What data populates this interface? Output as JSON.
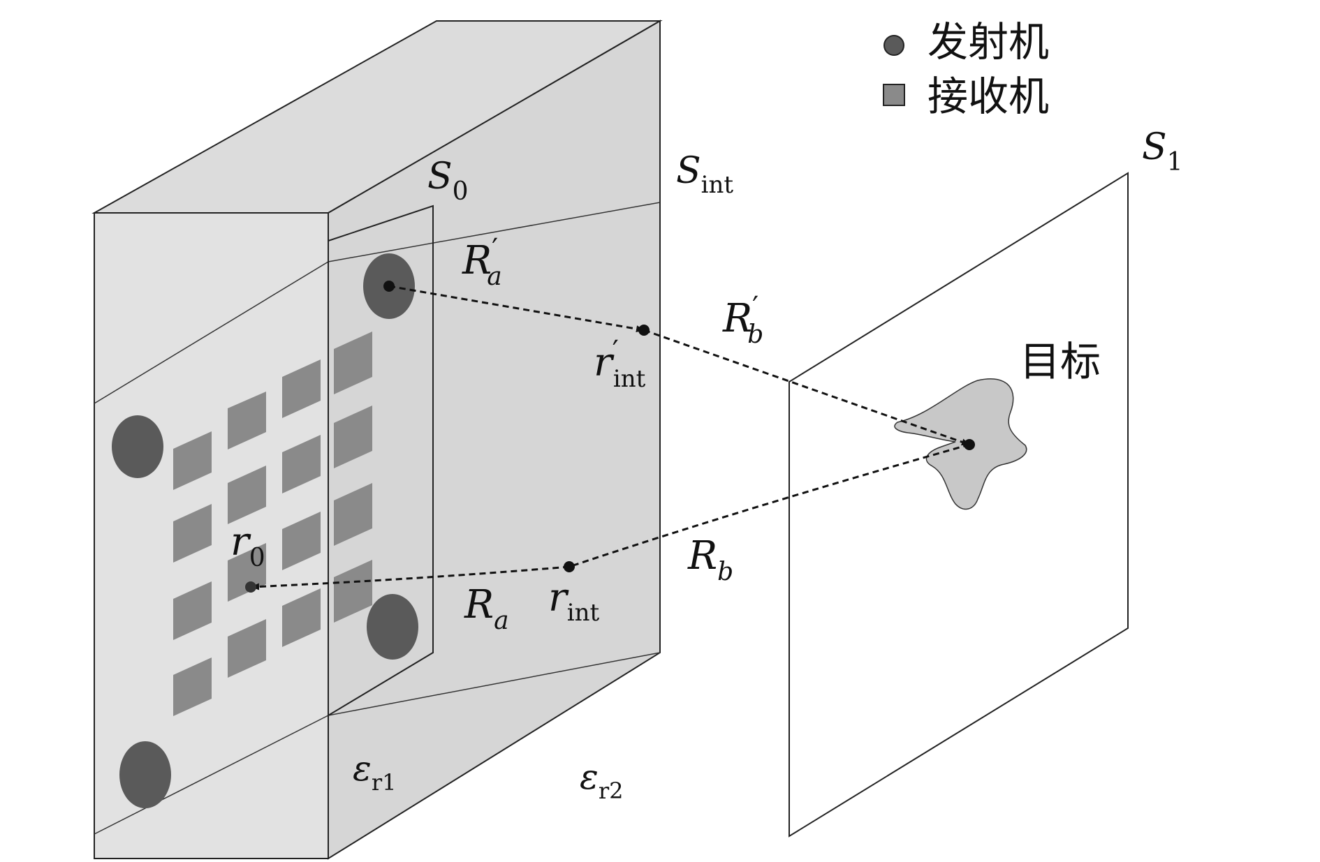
{
  "legend": {
    "transmitter": {
      "label": "发射机",
      "icon": "circle"
    },
    "receiver": {
      "label": "接收机",
      "icon": "square"
    }
  },
  "surfaces": {
    "s0": {
      "main": "S",
      "sub": "0"
    },
    "sint": {
      "main": "S",
      "sub": "int"
    },
    "s1": {
      "main": "S",
      "sub": "1"
    }
  },
  "paths": {
    "ra_prime": {
      "main": "R",
      "sub": "a",
      "prime": "′"
    },
    "rb_prime": {
      "main": "R",
      "sub": "b",
      "prime": "′"
    },
    "ra": {
      "main": "R",
      "sub": "a"
    },
    "rb": {
      "main": "R",
      "sub": "b"
    }
  },
  "points": {
    "r_int_prime": {
      "main": "r",
      "prime": "′",
      "sub": "int"
    },
    "r_int": {
      "main": "r",
      "sub": "int"
    },
    "r0": {
      "main": "r",
      "sub": "0"
    }
  },
  "target_label": "目标",
  "media": {
    "er1": {
      "main": "ε",
      "sub": "r1"
    },
    "er2": {
      "main": "ε",
      "sub": "r2"
    }
  },
  "colors": {
    "wall_front": "#e0e0e0",
    "wall_side": "#d6d6d6",
    "wall_top": "#dcdcdc",
    "antenna_ellipse": "#5a5a5a",
    "receiver_square": "#8a8a8a",
    "target_fill": "#c8c8c8"
  }
}
